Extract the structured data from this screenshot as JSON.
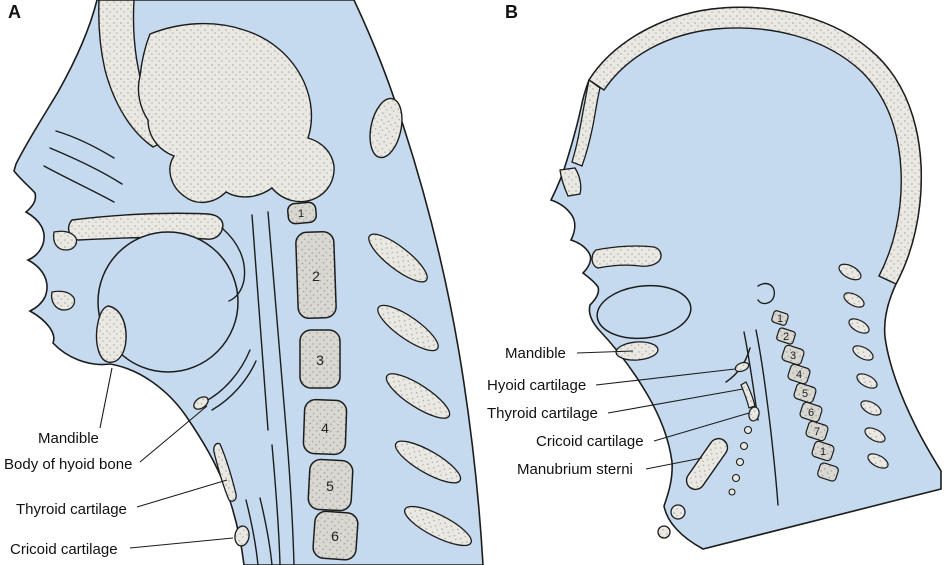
{
  "figure": {
    "colors": {
      "tissue": "#c5daee",
      "bone": "#e9e8e3",
      "bone_stipple": "#aba99e",
      "vertebra": "#d8d7d1",
      "outline": "#1c1c1c",
      "label_text": "#111111"
    },
    "panel_a": {
      "letter": "A",
      "labels": {
        "mandible": "Mandible",
        "hyoid": "Body of hyoid bone",
        "thyroid": "Thyroid cartilage",
        "cricoid": "Cricoid cartilage"
      },
      "vertebrae": [
        "1",
        "2",
        "3",
        "4",
        "5",
        "6"
      ]
    },
    "panel_b": {
      "letter": "B",
      "labels": {
        "mandible": "Mandible",
        "hyoid": "Hyoid cartilage",
        "thyroid": "Thyroid cartilage",
        "cricoid": "Cricoid cartilage",
        "manubrium": "Manubrium sterni"
      },
      "vertebrae": [
        "1",
        "2",
        "3",
        "4",
        "5",
        "6",
        "7",
        "1"
      ]
    }
  }
}
